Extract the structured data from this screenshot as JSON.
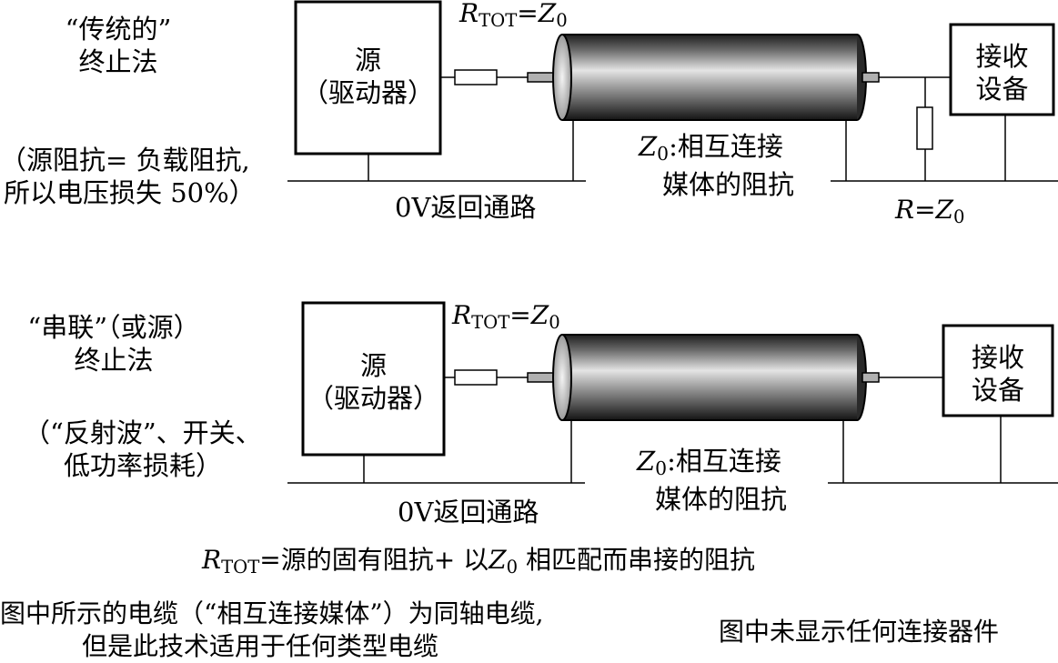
{
  "top": {
    "method_title_1": "“传统的”",
    "method_title_2": "终止法",
    "note_1": "（源阻抗= 负载阻抗,",
    "note_2": "所以电压损失 50%）",
    "source_1": "源",
    "source_2": "（驱动器）",
    "rtot_R": "R",
    "rtot_sub": "TOT",
    "rtot_eq": "=Z",
    "rtot_0": "0",
    "receiver_1": "接收",
    "receiver_2": "设备",
    "cable_z": "Z",
    "cable_0": "0",
    "cable_1": ":相互连接",
    "cable_2": "媒体的阻抗",
    "return_path": "0V返回通路",
    "r_R": "R",
    "r_eq": "=Z",
    "r_0": "0"
  },
  "bottom": {
    "method_title_1": "“串联”（或源）",
    "method_title_2": "终止法",
    "note_1": "（“反射波”、开关、",
    "note_2": "低功率损耗）",
    "source_1": "源",
    "source_2": "（驱动器）",
    "rtot_R": "R",
    "rtot_sub": "TOT",
    "rtot_eq": "=Z",
    "rtot_0": "0",
    "receiver_1": "接收",
    "receiver_2": "设备",
    "cable_z": "Z",
    "cable_0": "0",
    "cable_1": ":相互连接",
    "cable_2": "媒体的阻抗",
    "return_path": "0V返回通路"
  },
  "formula": {
    "R": "R",
    "sub": "TOT",
    "text": "=源的固有阻抗+ 以",
    "z": "Z",
    "z0": "0",
    "text2": " 相匹配而串接的阻抗"
  },
  "footer": {
    "left_1": "图中所示的电缆（“相互连接媒体”）为同轴电缆,",
    "left_2": "但是此技术适用于任何类型电缆",
    "right": "图中未显示任何连接器件"
  }
}
